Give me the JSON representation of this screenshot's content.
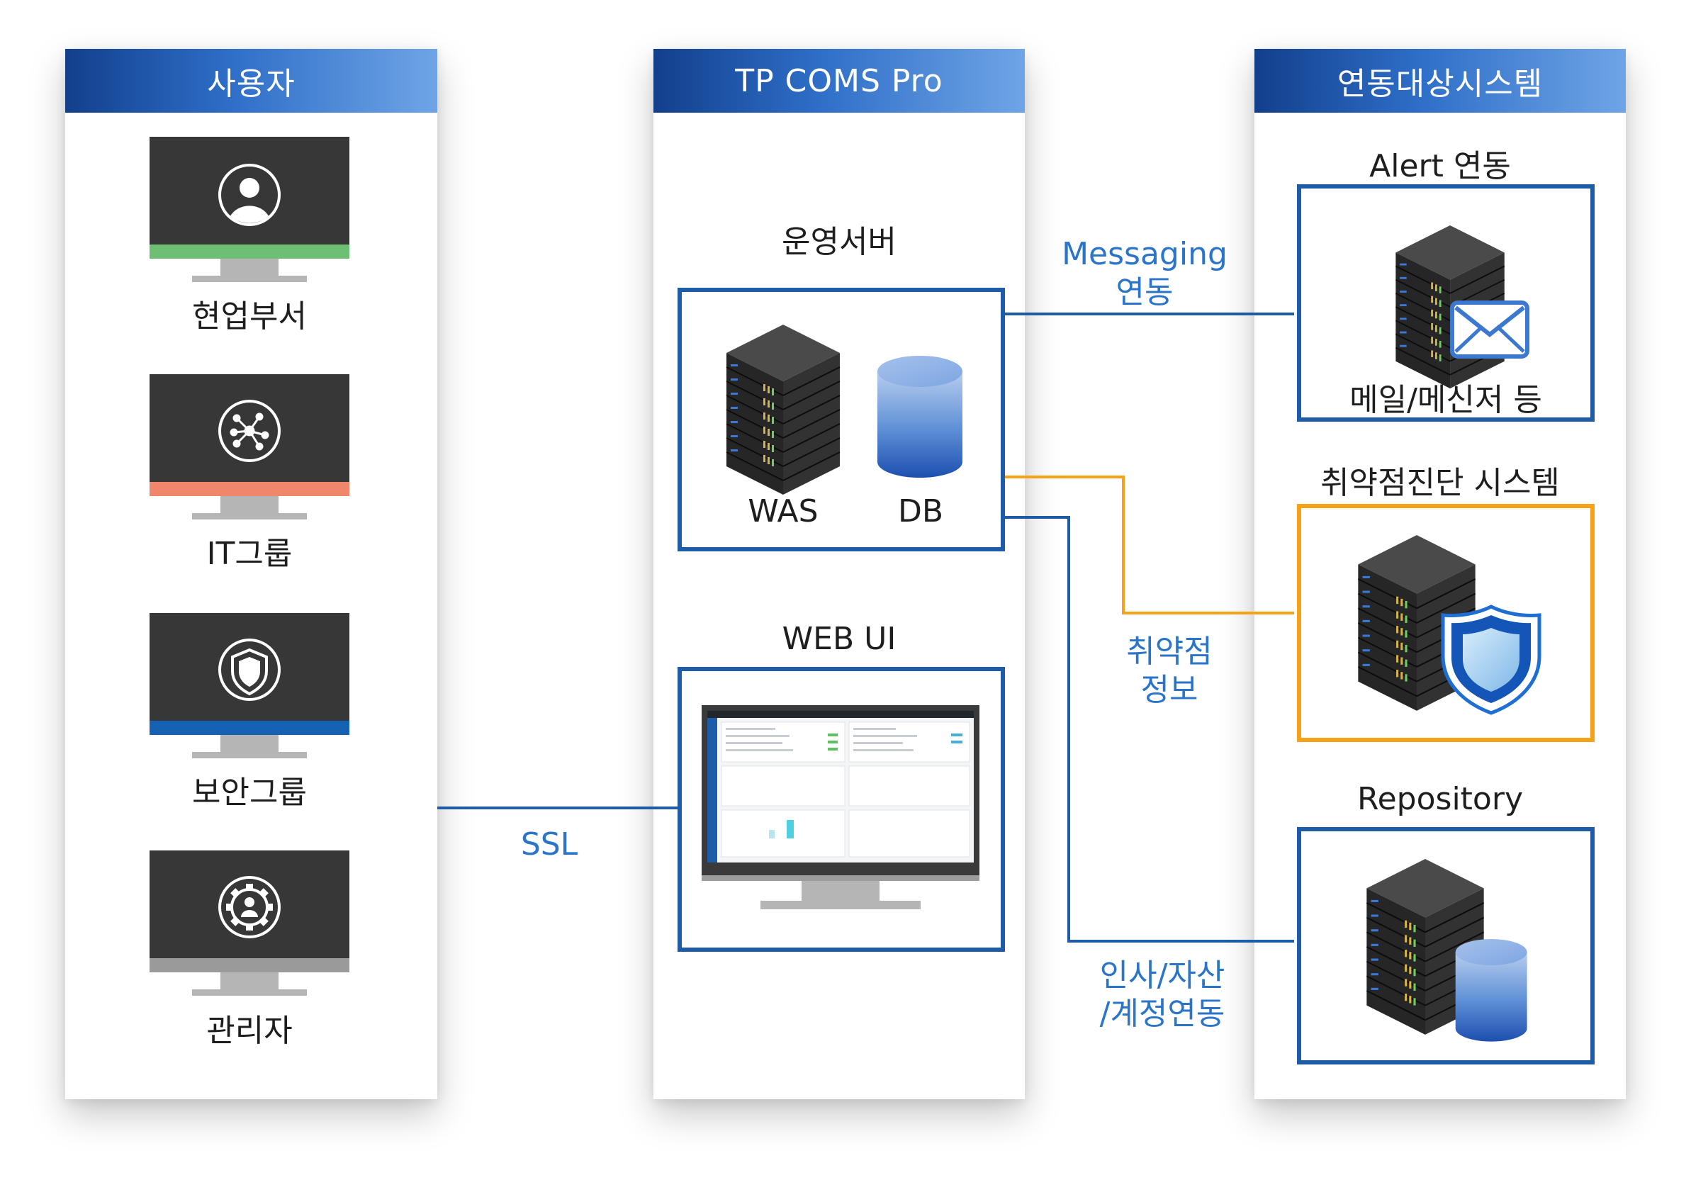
{
  "columns": {
    "users": {
      "title": "사용자"
    },
    "tpcoms": {
      "title": "TP COMS Pro"
    },
    "targets": {
      "title": "연동대상시스템"
    }
  },
  "users": [
    {
      "label": "현업부서",
      "icon": "user-icon",
      "bar_color": "#6dbf74"
    },
    {
      "label": "IT그룹",
      "icon": "network-icon",
      "bar_color": "#f0876a"
    },
    {
      "label": "보안그룹",
      "icon": "shield-icon",
      "bar_color": "#1561b4"
    },
    {
      "label": "관리자",
      "icon": "gear-user-icon",
      "bar_color": "#9a9a9a"
    }
  ],
  "tpcoms": {
    "ops_server": {
      "title": "운영서버",
      "was": "WAS",
      "db": "DB"
    },
    "web_ui": {
      "title": "WEB UI"
    }
  },
  "targets": {
    "alert": {
      "title": "Alert 연동",
      "caption": "메일/메신저 등"
    },
    "vuln": {
      "title": "취약점진단 시스템"
    },
    "repo": {
      "title": "Repository"
    }
  },
  "links": {
    "ssl": "SSL",
    "messaging": "Messaging\n연동",
    "vuln_info": "취약점\n정보",
    "hr": "인사/자산\n/계정연동"
  },
  "colors": {
    "accent_blue": "#1e5ca8",
    "label_blue": "#2a74c9",
    "orange": "#f5a11a",
    "header_dark": "#123f8c",
    "header_light": "#6fa4e6"
  }
}
